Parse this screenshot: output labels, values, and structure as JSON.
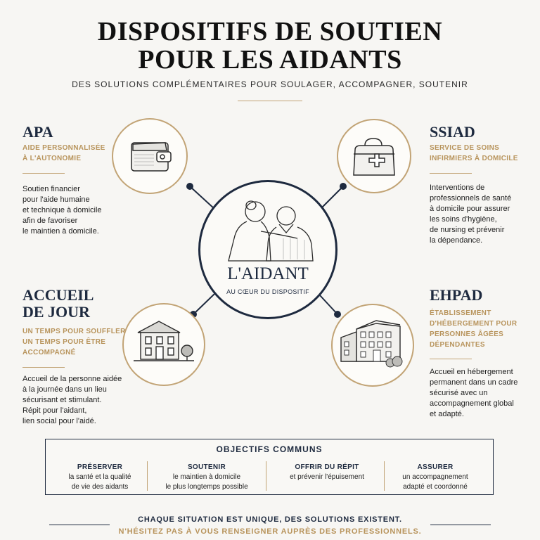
{
  "header": {
    "title_line1": "DISPOSITIFS DE SOUTIEN",
    "title_line2": "POUR LES AIDANTS",
    "subtitle": "DES SOLUTIONS COMPLÉMENTAIRES POUR SOULAGER, ACCOMPAGNER, SOUTENIR"
  },
  "center": {
    "title": "L'AIDANT",
    "subtitle": "AU CŒUR DU DISPOSITIF",
    "icon": "caregiver-and-elderly-icon"
  },
  "sections": {
    "apa": {
      "title": "APA",
      "subtitle": "AIDE PERSONNALISÉE\nÀ L'AUTONOMIE",
      "text": "Soutien financier\npour l'aide humaine\net technique à domicile\nafin de favoriser\nle maintien à domicile.",
      "icon": "wallet-icon"
    },
    "ssiad": {
      "title": "SSIAD",
      "subtitle": "SERVICE DE SOINS\nINFIRMIERS À DOMICILE",
      "text": "Interventions de\nprofessionnels de santé\nà domicile pour assurer\nles soins d'hygiène,\nde nursing et prévenir\nla dépendance.",
      "icon": "medical-bag-icon"
    },
    "accueil": {
      "title_line1": "ACCUEIL",
      "title_line2": "DE JOUR",
      "subtitle": "UN TEMPS POUR SOUFFLER,\nUN TEMPS POUR ÊTRE\nACCOMPAGNÉ",
      "text": "Accueil de la personne aidée\nà la journée dans un lieu\nsécurisant et stimulant.\nRépit pour l'aidant,\nlien social pour l'aidé.",
      "icon": "house-icon"
    },
    "ehpad": {
      "title": "EHPAD",
      "subtitle": "ÉTABLISSEMENT\nD'HÉBERGEMENT POUR\nPERSONNES ÂGÉES\nDÉPENDANTES",
      "text": "Accueil en hébergement\npermanent dans un cadre\nsécurisé avec un\naccompagnement global\net adapté.",
      "icon": "building-icon"
    }
  },
  "objectives": {
    "title": "OBJECTIFS COMMUNS",
    "items": [
      {
        "head": "PRÉSERVER",
        "text": "la santé et la qualité\nde vie des aidants"
      },
      {
        "head": "SOUTENIR",
        "text": "le maintien à domicile\nle plus longtemps possible"
      },
      {
        "head": "OFFRIR DU RÉPIT",
        "text": "et prévenir l'épuisement"
      },
      {
        "head": "ASSURER",
        "text": "un accompagnement\nadapté et coordonné"
      }
    ]
  },
  "footer": {
    "line1": "CHAQUE SITUATION EST UNIQUE, DES SOLUTIONS EXISTENT.",
    "line2": "N'HÉSITEZ PAS À VOUS RENSEIGNER AUPRÈS DES PROFESSIONNELS."
  },
  "colors": {
    "navy": "#1e2a3f",
    "gold": "#b8945c",
    "background": "#f7f6f3"
  }
}
